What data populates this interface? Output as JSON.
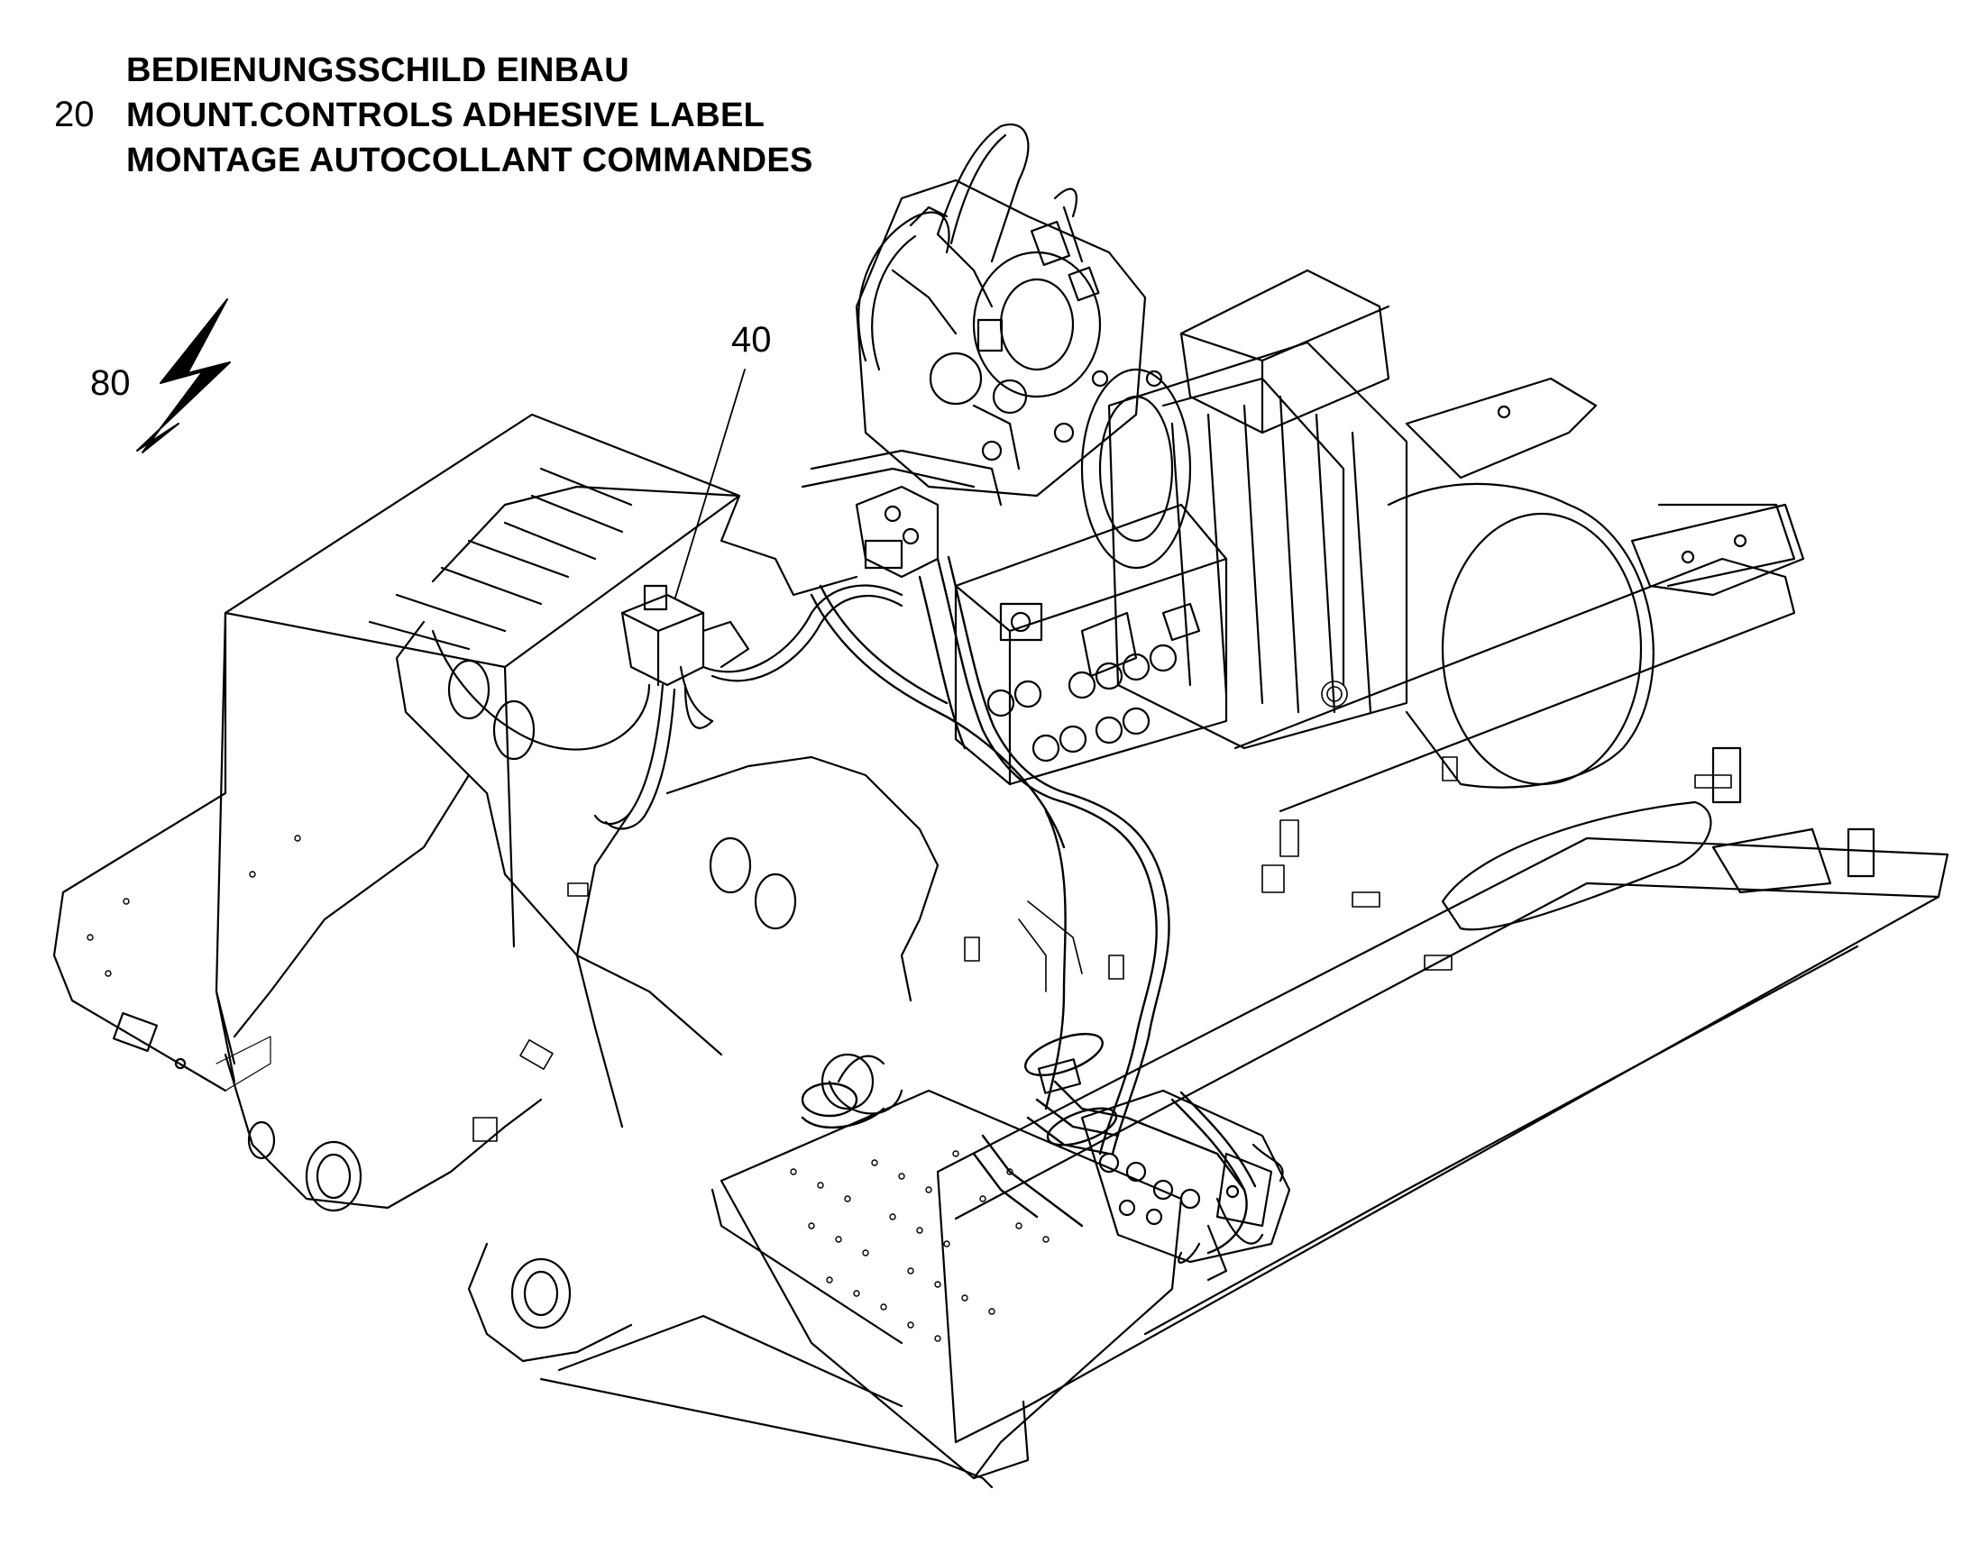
{
  "header": {
    "item_number": "20",
    "title_lines": [
      "BEDIENUNGSSCHILD EINBAU",
      "MOUNT.CONTROLS ADHESIVE LABEL",
      "MONTAGE AUTOCOLLANT COMMANDES"
    ]
  },
  "callouts": [
    {
      "label": "40",
      "meaning": ""
    },
    {
      "label": "80",
      "symbol": "lightning-bolt-icon"
    }
  ],
  "colors": {
    "line": "#000000",
    "background": "#ffffff"
  }
}
